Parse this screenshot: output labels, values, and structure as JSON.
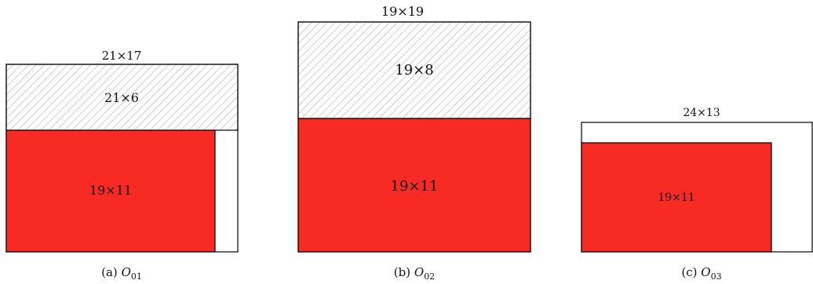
{
  "colors": {
    "block": "#f72b24",
    "stroke": "#000000",
    "hatch": "#9a9a9a",
    "background": "#ffffff"
  },
  "panels": [
    {
      "container_label": "21×17",
      "hatched_label": "21×6",
      "block_label": "19×11",
      "caption_prefix": "(a)",
      "caption_symbol": "O",
      "caption_subscript": "01"
    },
    {
      "container_label": "19×19",
      "hatched_label": "19×8",
      "block_label": "19×11",
      "caption_prefix": "(b)",
      "caption_symbol": "O",
      "caption_subscript": "02"
    },
    {
      "container_label": "24×13",
      "block_label": "19×11",
      "caption_prefix": "(c)",
      "caption_symbol": "O",
      "caption_subscript": "03"
    }
  ]
}
